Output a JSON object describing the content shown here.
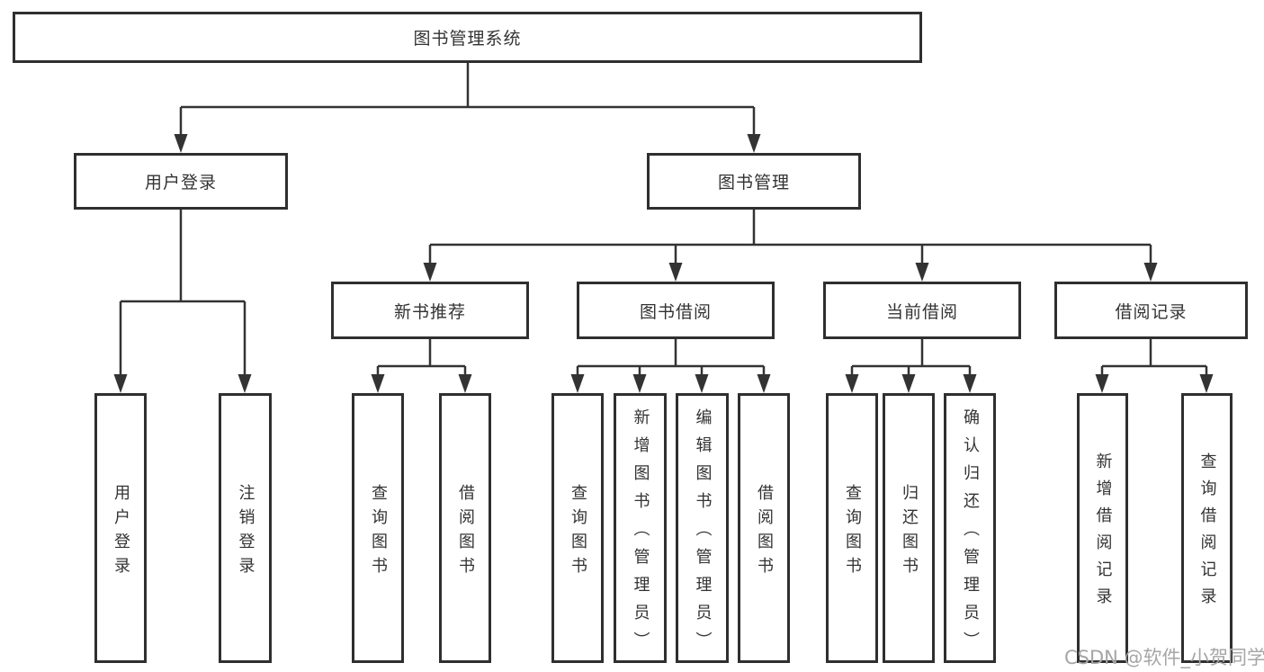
{
  "watermark": {
    "text": "CSDN @软件_小贺同学"
  },
  "colors": {
    "line": "#333333",
    "box_border": "#2f2f2f",
    "text": "#333333",
    "watermark": "#a6a6a6",
    "background": "#ffffff"
  },
  "tree": {
    "label": "图书管理系统",
    "children": [
      {
        "label": "用户登录",
        "children": [
          {
            "label": "用户登录"
          },
          {
            "label": "注销登录"
          }
        ]
      },
      {
        "label": "图书管理",
        "children": [
          {
            "label": "新书推荐",
            "children": [
              {
                "label": "查询图书"
              },
              {
                "label": "借阅图书"
              }
            ]
          },
          {
            "label": "图书借阅",
            "children": [
              {
                "label": "查询图书"
              },
              {
                "label": "新增图书（管理员）"
              },
              {
                "label": "编辑图书（管理员）"
              },
              {
                "label": "借阅图书"
              }
            ]
          },
          {
            "label": "当前借阅",
            "children": [
              {
                "label": "查询图书"
              },
              {
                "label": "归还图书"
              },
              {
                "label": "确认归还（管理员）"
              }
            ]
          },
          {
            "label": "借阅记录",
            "children": [
              {
                "label": "新增借阅记录"
              },
              {
                "label": "查询借阅记录"
              }
            ]
          }
        ]
      }
    ]
  }
}
